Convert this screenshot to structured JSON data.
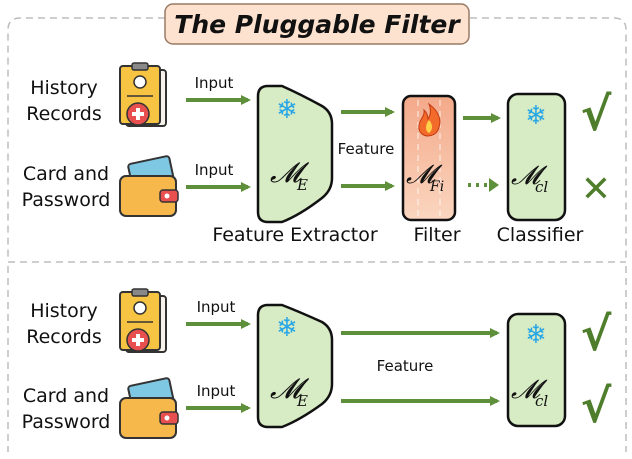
{
  "title": "The Pluggable Filter",
  "top_panel": {
    "input1": {
      "label_line1": "History",
      "label_line2": "Records",
      "arrow_label": "Input"
    },
    "input2": {
      "label_line1": "Card and",
      "label_line2": "Password",
      "arrow_label": "Input"
    },
    "extractor": {
      "symbol": "𝓜",
      "subscript": "E",
      "caption": "Feature Extractor"
    },
    "feature_label": "Feature",
    "filter": {
      "symbol": "𝓜",
      "subscript": "Fi",
      "caption": "Filter"
    },
    "classifier": {
      "symbol": "𝓜",
      "subscript": "cl",
      "caption": "Classifier"
    },
    "outputs": [
      "√",
      "✕"
    ]
  },
  "bottom_panel": {
    "input1": {
      "label_line1": "History",
      "label_line2": "Records",
      "arrow_label": "Input"
    },
    "input2": {
      "label_line1": "Card and",
      "label_line2": "Password",
      "arrow_label": "Input"
    },
    "extractor": {
      "symbol": "𝓜",
      "subscript": "E"
    },
    "feature_label": "Feature",
    "classifier": {
      "symbol": "𝓜",
      "subscript": "cl"
    },
    "outputs": [
      "√",
      "√"
    ]
  },
  "colors": {
    "arrow": "#5e8f3a",
    "module_fill": "#d7ebc4",
    "filter_fill": "#f6c2a4",
    "title_fill": "#fde2cf",
    "check": "#4e7d2c",
    "snowflake": "#27a6e6"
  }
}
